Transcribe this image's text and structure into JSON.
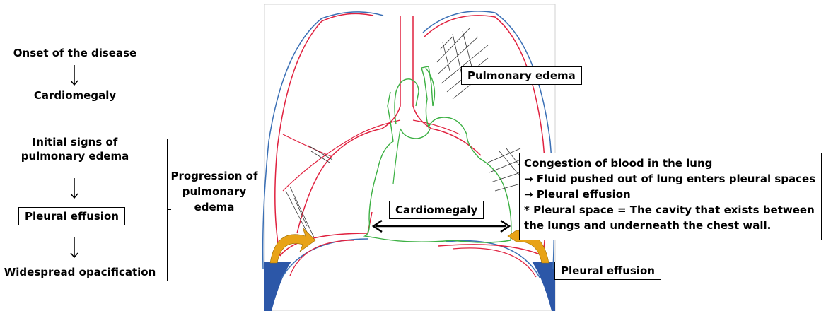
{
  "timeline": {
    "step1": "Onset of the disease",
    "step2": "Cardiomegaly",
    "step3_line1": "Initial signs of",
    "step3_line2": "pulmonary edema",
    "step4": "Pleural effusion",
    "step5": "Widespread opacification"
  },
  "progression_label": {
    "line1": "Progression of",
    "line2": "pulmonary",
    "line3": "edema"
  },
  "labels": {
    "pulmonary_edema": "Pulmonary edema",
    "cardiomegaly": "Cardiomegaly",
    "pleural_effusion": "Pleural effusion"
  },
  "callout": {
    "line1": "Congestion of blood in the lung",
    "line2": "→ Fluid pushed out of lung enters pleural spaces",
    "line3": "→ Pleural effusion",
    "line4": "* Pleural space =  The cavity that exists between",
    "line5": "the lungs and underneath the chest wall."
  },
  "colors": {
    "chest_outline": "#3a6fb5",
    "vessels": "#e0213f",
    "heart": "#3cb043",
    "effusion_fill": "#2c57a8",
    "arrow_fill": "#e8a317",
    "hatch": "#333333"
  }
}
